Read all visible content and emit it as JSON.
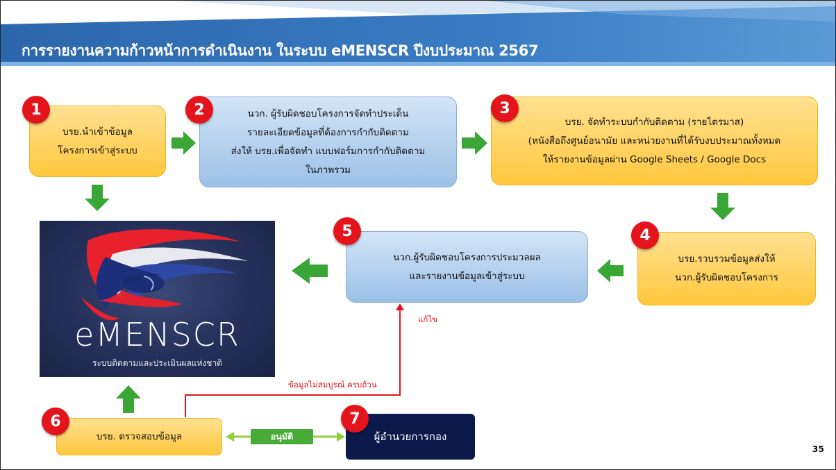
{
  "title": "การรายงานความก้าวหน้าการดำเนินงาน ในระบบ eMENSCR ปีงบประมาณ 2567",
  "steps": [
    {
      "number": "1",
      "text": "บรย.นำเข้าข้อมูล\nโครงการเข้าสู่ระบบ"
    },
    {
      "number": "2",
      "text": "นวก. ผู้รับผิดชอบโครงการจัดทำประเด็น\nรายละเอียดข้อมูลที่ต้องการกำกับติดตาม\nส่งให้ บรย.เพื่อจัดทำ แบบฟอร์มการกำกับติดตาม\nในภาพรวม"
    },
    {
      "number": "3",
      "text": "บรย. จัดทำระบบกำกับติดตาม (รายไตรมาส)\n(หนังสือถึงศูนย์อนามัย และหน่วยงานที่ได้รับงบประมาณทั้งหมด\nให้รายงานข้อมูลผ่าน Google Sheets / Google Docs"
    },
    {
      "number": "4",
      "text": "บรย.รวบรวมข้อมูลส่งให้\nนวก.ผู้รับผิดชอบโครงการ"
    },
    {
      "number": "5",
      "text": "นวก.ผู้รับผิดชอบโครงการประมวลผล\nและรายงานข้อมูลเข้าสู่ระบบ"
    },
    {
      "number": "6",
      "text": "บรย. ตรวจสอบข้อมูล"
    },
    {
      "number": "7",
      "text": "ผู้อำนวยการกอง"
    }
  ],
  "logo": {
    "word": "eMENSCR",
    "subtitle": "ระบบติดตามและประเมินผลแห่งชาติ"
  },
  "labels": {
    "incomplete": "ข้อมูลไม่สมบูรณ์ ครบถ้วน",
    "fix": "แก้ไข",
    "approve": "อนุมัติ"
  },
  "page_number": "35",
  "colors": {
    "header": "#2e6db0",
    "orange": "#ffc73d",
    "blue": "#9cc0e6",
    "navy": "#0b1a4b",
    "red": "#e3141b",
    "green": "#3aa635"
  }
}
